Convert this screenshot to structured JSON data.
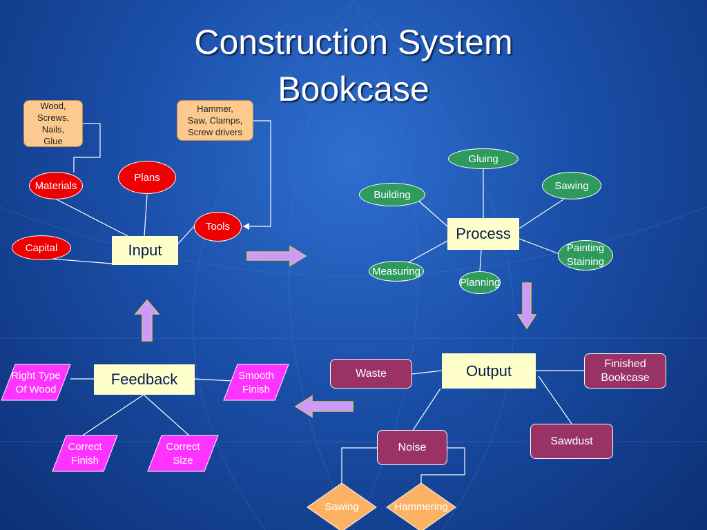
{
  "title": {
    "line1": "Construction System",
    "line2": "Bookcase"
  },
  "input": {
    "box": "Input",
    "materials_note": "Wood,\nScrews,\nNails,\nGlue",
    "tools_note": "Hammer,\nSaw, Clamps,\nScrew drivers",
    "materials": "Materials",
    "plans": "Plans",
    "tools": "Tools",
    "capital": "Capital"
  },
  "process": {
    "box": "Process",
    "gluing": "Gluing",
    "building": "Building",
    "sawing": "Sawing",
    "painting": "Painting\nStaining",
    "measuring": "Measuring",
    "planning": "Planning"
  },
  "output": {
    "box": "Output",
    "waste": "Waste",
    "finished": "Finished\nBookcase",
    "noise": "Noise",
    "sawdust": "Sawdust",
    "sawing": "Sawing",
    "hammering": "Hammering"
  },
  "feedback": {
    "box": "Feedback",
    "right_type": "Right Type\nOf Wood",
    "smooth": "Smooth\nFinish",
    "correct_finish": "Correct\nFinish",
    "correct_size": "Correct\nSize"
  },
  "colors": {
    "red": "#ee0000",
    "green": "#2e9a5e",
    "maroon": "#993366",
    "magenta": "#ff33ff",
    "note": "#fcc98e",
    "box": "#ffffcc",
    "arrow": "#cc99ff"
  }
}
